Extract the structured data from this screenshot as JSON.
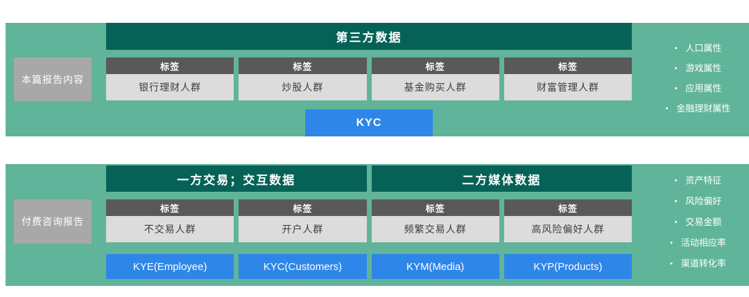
{
  "ui": {
    "bullet_char": "•"
  },
  "colors": {
    "panel_green": "#60b49a",
    "header_dark_green": "#066257",
    "tag_gray": "#595959",
    "value_gray": "#dcdcdc",
    "label_gray": "#a8a8a8",
    "button_blue": "#2e86e8"
  },
  "section1": {
    "side_label": "本篇报告内容",
    "title": "第三方数据",
    "columns": [
      {
        "tag": "标签",
        "value": "银行理财人群"
      },
      {
        "tag": "标签",
        "value": "炒股人群"
      },
      {
        "tag": "标签",
        "value": "基金购买人群"
      },
      {
        "tag": "标签",
        "value": "财富管理人群"
      }
    ],
    "button_label": "KYC",
    "bullets": [
      "人口属性",
      "游戏属性",
      "应用属性",
      "金融理财属性"
    ]
  },
  "section2": {
    "side_label": "付费咨询报告",
    "title_left": "一方交易；交互数据",
    "title_right": "二方媒体数据",
    "columns": [
      {
        "tag": "标签",
        "value": "不交易人群"
      },
      {
        "tag": "标签",
        "value": "开户人群"
      },
      {
        "tag": "标签",
        "value": "频繁交易人群"
      },
      {
        "tag": "标签",
        "value": "高风险偏好人群"
      }
    ],
    "buttons": [
      "KYE(Employee)",
      "KYC(Customers)",
      "KYM(Media)",
      "KYP(Products)"
    ],
    "bullets": [
      "资产特征",
      "风险偏好",
      "交易金额",
      "活动相应率",
      "渠道转化率"
    ]
  }
}
